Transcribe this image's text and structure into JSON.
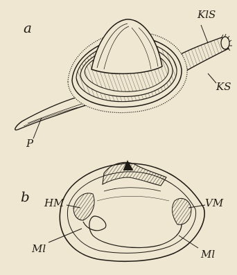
{
  "figure": {
    "panel_a": {
      "letter": "a",
      "labels": {
        "kls": "KlS",
        "ks": "KS",
        "p": "P"
      }
    },
    "panel_b": {
      "letter": "b",
      "labels": {
        "hm": "HM",
        "vm": "VM",
        "ml_left": "Ml",
        "ml_right": "Ml"
      }
    }
  },
  "colors": {
    "paper": "#efe7d1",
    "ink": "#1f1a14"
  }
}
